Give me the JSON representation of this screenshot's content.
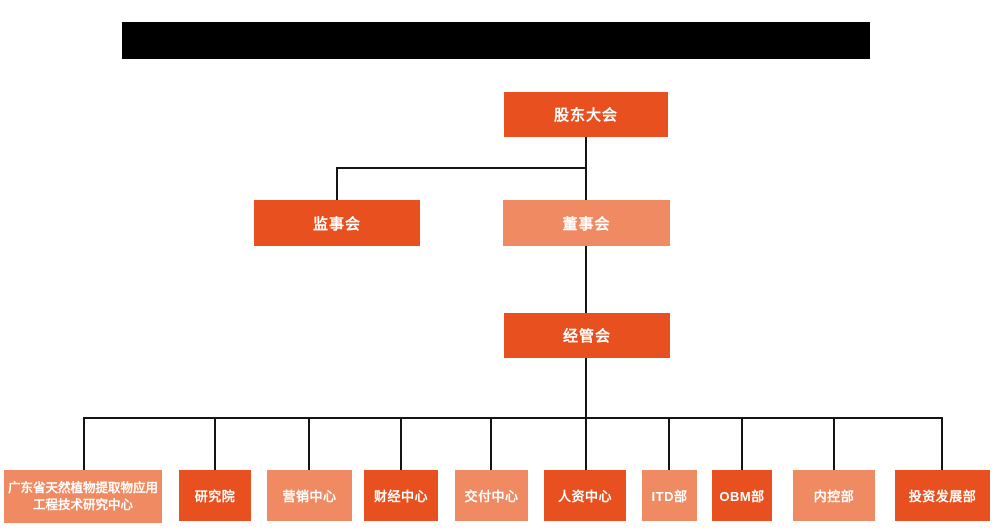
{
  "colors": {
    "primary_orange": "#E8511F",
    "light_orange": "#EF8A62",
    "connector_black": "#141414",
    "node_text": "#FFFFFF",
    "masked_title_bar": "#000000",
    "background": "#FFFFFF"
  },
  "org": {
    "root": {
      "label": "股东大会",
      "variant": "dark"
    },
    "level2": [
      {
        "label": "监事会",
        "variant": "dark"
      },
      {
        "label": "董事会",
        "variant": "light"
      }
    ],
    "level3": {
      "label": "经管会",
      "variant": "dark"
    },
    "departments": [
      {
        "label": "广东省天然植物提取物应用工程技术研究中心",
        "variant": "light"
      },
      {
        "label": "研究院",
        "variant": "dark"
      },
      {
        "label": "营销中心",
        "variant": "light"
      },
      {
        "label": "财经中心",
        "variant": "dark"
      },
      {
        "label": "交付中心",
        "variant": "light"
      },
      {
        "label": "人资中心",
        "variant": "dark"
      },
      {
        "label": "ITD部",
        "variant": "light"
      },
      {
        "label": "OBM部",
        "variant": "dark"
      },
      {
        "label": "内控部",
        "variant": "light"
      },
      {
        "label": "投资发展部",
        "variant": "dark"
      }
    ]
  }
}
